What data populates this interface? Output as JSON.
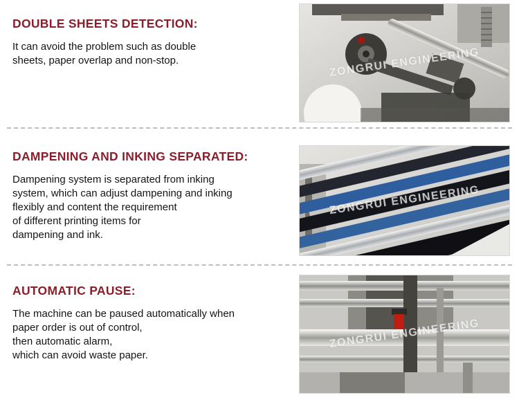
{
  "page": {
    "watermark": "ZONGRUI ENGINEERING",
    "accent_color": "#8a1f2b"
  },
  "sections": [
    {
      "heading": "DOUBLE SHEETS DETECTION:",
      "body": "It can avoid the problem such as double\nsheets, paper overlap and non-stop.",
      "image_alt": "machine-double-sheets-detection"
    },
    {
      "heading": "DAMPENING AND INKING SEPARATED:",
      "body": "Dampening system is separated from inking\nsystem, which can adjust dampening and inking\nflexibly and content the requirement\nof different printing items for\ndampening and ink.",
      "image_alt": "machine-dampening-inking-rollers"
    },
    {
      "heading": "AUTOMATIC PAUSE:",
      "body": "The machine can be paused automatically when\npaper order is out of control,\nthen automatic alarm,\nwhich can avoid waste paper.",
      "image_alt": "machine-automatic-pause"
    }
  ]
}
